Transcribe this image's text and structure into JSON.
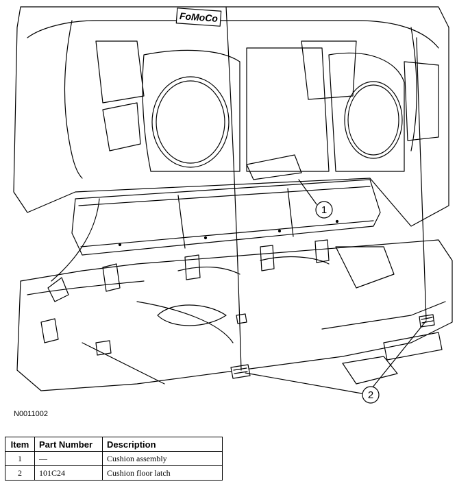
{
  "illustration": {
    "badge_text": "FoMoCo",
    "callouts": [
      "1",
      "2"
    ]
  },
  "figure_id": "N0011002",
  "table": {
    "headers": {
      "item": "Item",
      "part_number": "Part Number",
      "description": "Description"
    },
    "rows": [
      {
        "item": "1",
        "part_number": "—",
        "description": "Cushion assembly"
      },
      {
        "item": "2",
        "part_number": "101C24",
        "description": "Cushion floor latch"
      }
    ]
  }
}
